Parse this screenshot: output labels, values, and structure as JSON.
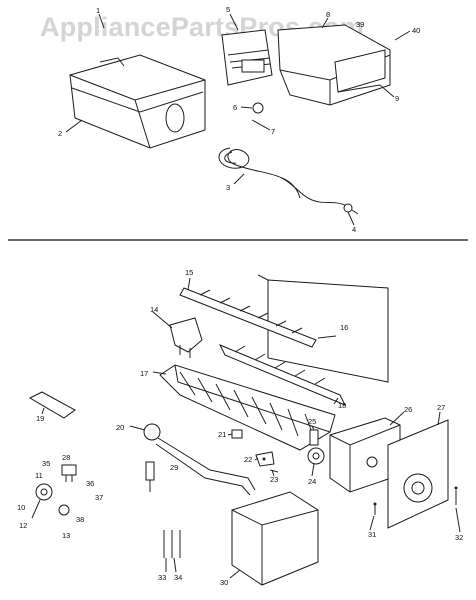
{
  "watermark": "AppliancePartsPros.com",
  "parts": [
    {
      "id": "1",
      "label": "1"
    },
    {
      "id": "2",
      "label": "2"
    },
    {
      "id": "3",
      "label": "3"
    },
    {
      "id": "4",
      "label": "4"
    },
    {
      "id": "5",
      "label": "5"
    },
    {
      "id": "6",
      "label": "6"
    },
    {
      "id": "7",
      "label": "7"
    },
    {
      "id": "8",
      "label": "8"
    },
    {
      "id": "9",
      "label": "9"
    },
    {
      "id": "39",
      "label": "39"
    },
    {
      "id": "40",
      "label": "40"
    },
    {
      "id": "10",
      "label": "10"
    },
    {
      "id": "11",
      "label": "11"
    },
    {
      "id": "12",
      "label": "12"
    },
    {
      "id": "13",
      "label": "13"
    },
    {
      "id": "14",
      "label": "14"
    },
    {
      "id": "15",
      "label": "15"
    },
    {
      "id": "16",
      "label": "16"
    },
    {
      "id": "17",
      "label": "17"
    },
    {
      "id": "18",
      "label": "18"
    },
    {
      "id": "19",
      "label": "19"
    },
    {
      "id": "20",
      "label": "20"
    },
    {
      "id": "21",
      "label": "21"
    },
    {
      "id": "22",
      "label": "22"
    },
    {
      "id": "23",
      "label": "23"
    },
    {
      "id": "24",
      "label": "24"
    },
    {
      "id": "25",
      "label": "25"
    },
    {
      "id": "26",
      "label": "26"
    },
    {
      "id": "27",
      "label": "27"
    },
    {
      "id": "28",
      "label": "28"
    },
    {
      "id": "29",
      "label": "29"
    },
    {
      "id": "30",
      "label": "30"
    },
    {
      "id": "31",
      "label": "31"
    },
    {
      "id": "32",
      "label": "32"
    },
    {
      "id": "33",
      "label": "33"
    },
    {
      "id": "34",
      "label": "34"
    },
    {
      "id": "35",
      "label": "35"
    },
    {
      "id": "36",
      "label": "36"
    },
    {
      "id": "37",
      "label": "37"
    },
    {
      "id": "38",
      "label": "38"
    }
  ]
}
